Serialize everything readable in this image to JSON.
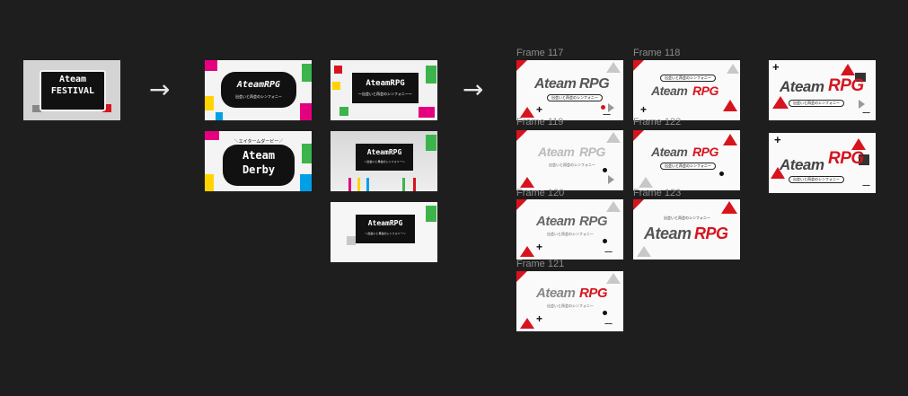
{
  "canvas": {
    "background": "#1e1e1e"
  },
  "colors": {
    "red": "#d7141e",
    "black": "#111111",
    "grey": "#c8c8c8",
    "magenta": "#e4007f",
    "yellow": "#ffd400",
    "green": "#3cb44b",
    "cyan": "#00a0e9"
  },
  "arrows": {
    "a1": "→",
    "a2": "→",
    "a3": "→"
  },
  "stage1": {
    "line1": "Ateam",
    "line2": "FESTIVAL"
  },
  "stage2": {
    "rpg_title": "AteamRPG",
    "rpg_sub": "出会いと再会のシンフォニー",
    "derby_top": "＼エイタームダービー／",
    "derby_line1": "Ateam",
    "derby_line2": "Derby"
  },
  "stage3": {
    "title": "AteamRPG",
    "sub": "〜出会いと再会のシンフォニー〜"
  },
  "frames": {
    "f117": "Frame 117",
    "f118": "Frame 118",
    "f119": "Frame 119",
    "f122": "Frame 122",
    "f120": "Frame 120",
    "f123": "Frame 123",
    "f121": "Frame 121"
  },
  "stage4": {
    "ateam": "Ateam",
    "rpg": "RPG",
    "sub": "出会いと再会のシンフォニー",
    "plus": "+",
    "dash": "−−"
  }
}
